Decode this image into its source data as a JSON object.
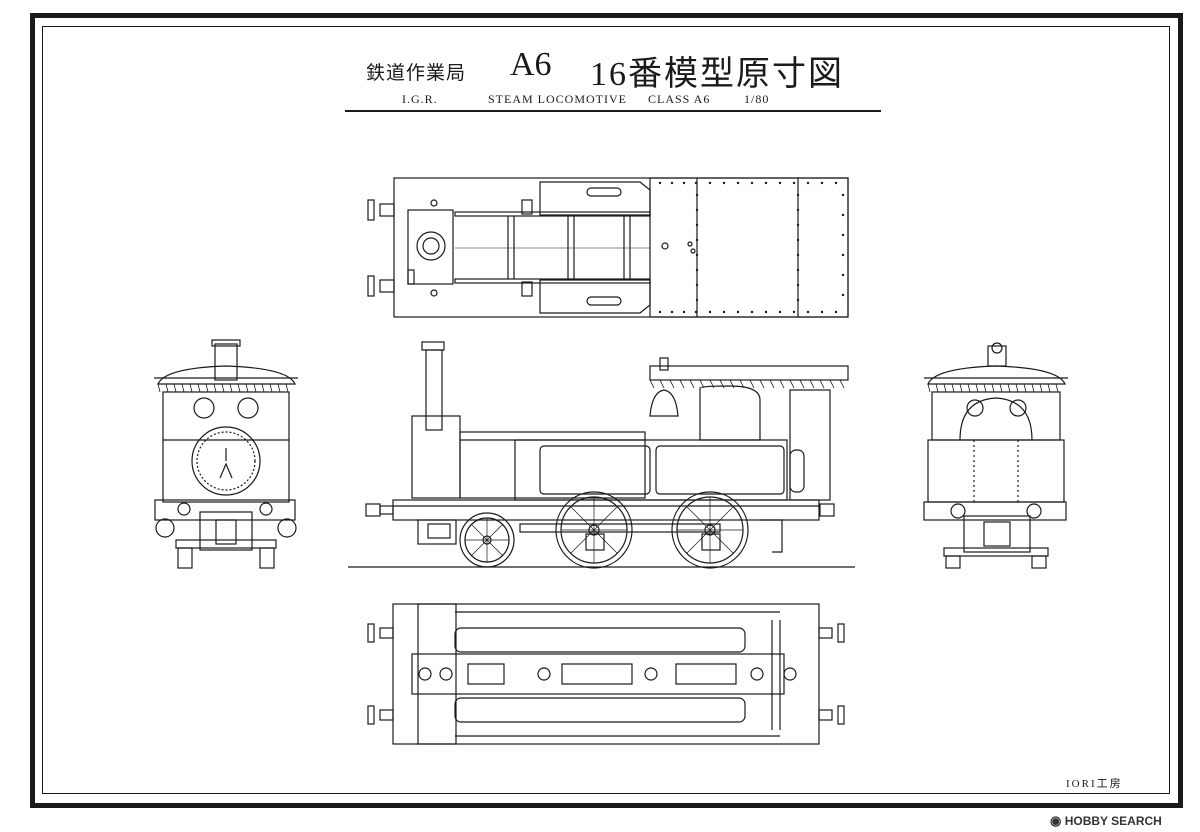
{
  "header": {
    "org_name": "鉄道作業局",
    "class_name": "A6",
    "drawing_title": "16番模型原寸図",
    "subtitle_railway": "I.G.R.",
    "subtitle_type": "STEAM LOCOMOTIVE",
    "subtitle_class": "CLASS A6",
    "subtitle_scale": "1/80"
  },
  "footer": {
    "workshop": "IORI工房"
  },
  "watermark": {
    "text": "HOBBY SEARCH"
  },
  "colors": {
    "ink": "#1a1a1a",
    "paper": "#ffffff"
  }
}
